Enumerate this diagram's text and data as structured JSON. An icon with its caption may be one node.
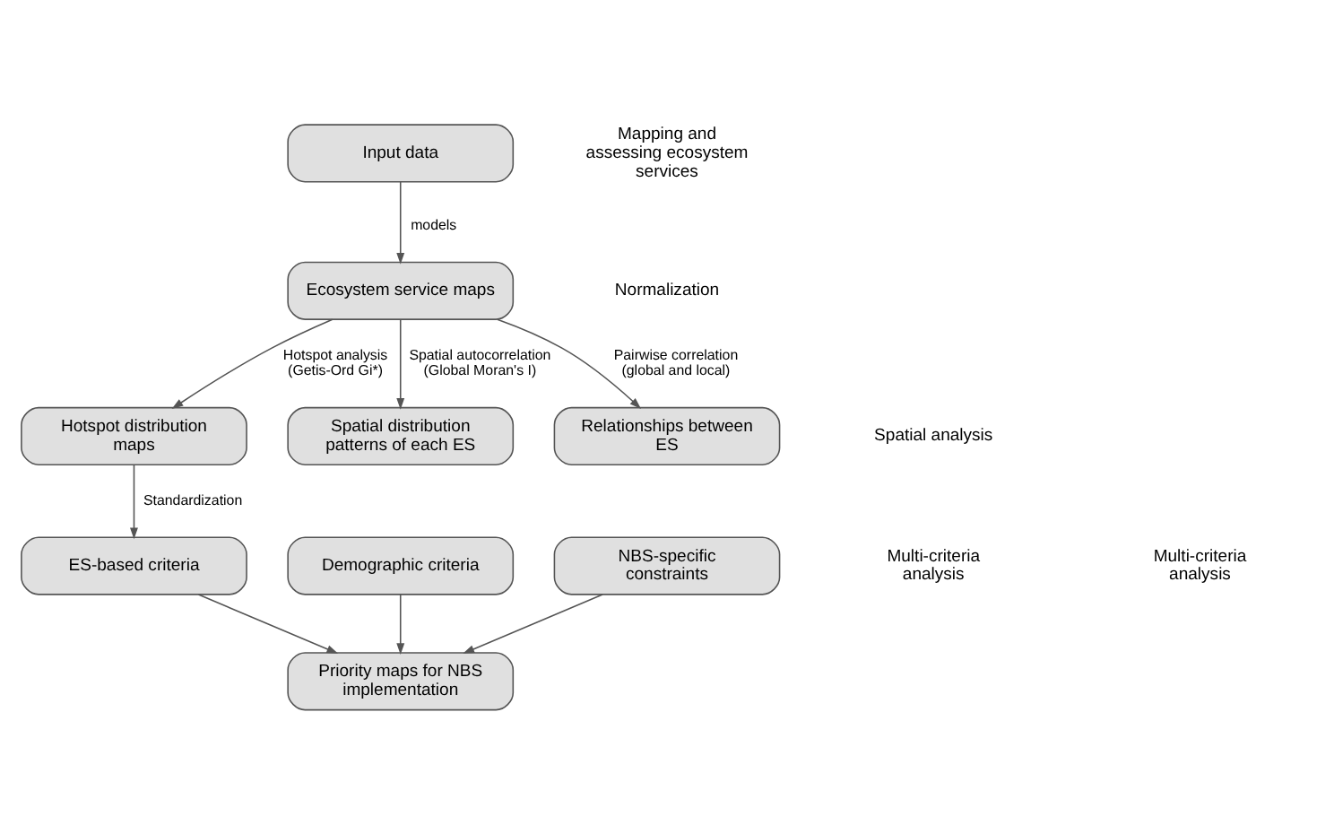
{
  "diagram": {
    "nodes": [
      {
        "text": [
          "Input data"
        ]
      },
      {
        "text": [
          "Ecosystem service maps"
        ]
      },
      {
        "text": [
          "Hotspot distribution maps"
        ]
      },
      {
        "text": [
          "Spatial distribution patterns of each ES"
        ]
      },
      {
        "text": [
          "Relationships between ES"
        ]
      },
      {
        "text": [
          "ES-based criteria"
        ]
      },
      {
        "text": [
          "Demographic criteria"
        ]
      },
      {
        "text": [
          "NBS-specific constraints"
        ]
      },
      {
        "text": [
          "Priority maps for NBS implementation"
        ]
      }
    ],
    "edges": [
      {
        "from": 0,
        "to": 1,
        "arrow": "to",
        "label": "models"
      },
      {
        "from": 1,
        "to": 2,
        "arrow": "to",
        "label": "Hotspot analysis (Getis-Ord Gi*)"
      },
      {
        "from": 1,
        "to": 3,
        "arrow": "to",
        "label": "Spatial autocorrelation (Global Moran's I)"
      },
      {
        "from": 1,
        "to": 4,
        "arrow": "to",
        "label": "Pairwise correlation (global and local)"
      },
      {
        "from": 2,
        "to": 5,
        "arrow": "to",
        "label": "Standardization"
      },
      {
        "from": 5,
        "to": 8,
        "arrow": "to"
      },
      {
        "from": 6,
        "to": 8,
        "arrow": "to"
      },
      {
        "from": 7,
        "to": 8,
        "arrow": "to"
      }
    ],
    "labels": [
      "Mapping and assessing ecosystem services",
      "Normalization",
      "Spatial analysis",
      "Multi-criteria analysis",
      "Multi-criteria analysis"
    ]
  }
}
